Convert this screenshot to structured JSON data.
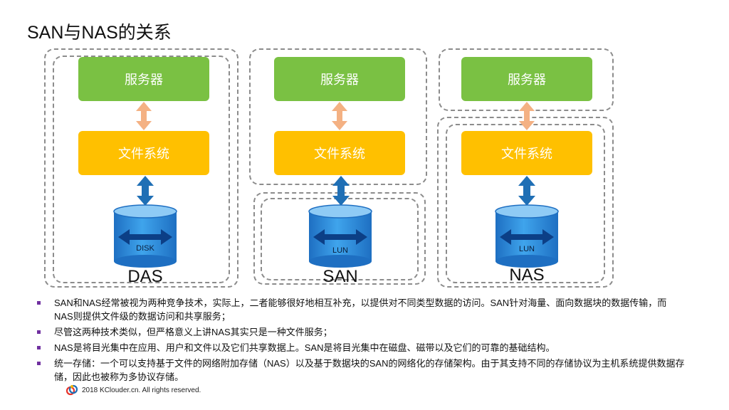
{
  "title": "SAN与NAS的关系",
  "columns": [
    {
      "server": "服务器",
      "fs": "文件系统",
      "storage": "DISK",
      "label": "DAS"
    },
    {
      "server": "服务器",
      "fs": "文件系统",
      "storage": "LUN",
      "label": "SAN"
    },
    {
      "server": "服务器",
      "fs": "文件系统",
      "storage": "LUN",
      "label": "NAS"
    }
  ],
  "colors": {
    "server": "#7ac143",
    "fs": "#ffc000",
    "storage": "#2e8bd8",
    "arrow_blue": "#1f6fb5",
    "arrow_orange": "#f4b183",
    "bullet": "#7030a0"
  },
  "notes": [
    "SAN和NAS经常被视为两种竞争技术，实际上，二者能够很好地相互补充，以提供对不同类型数据的访问。SAN针对海量、面向数据块的数据传输，而NAS则提供文件级的数据访问和共享服务；",
    "尽管这两种技术类似，但严格意义上讲NAS其实只是一种文件服务；",
    "NAS是将目光集中在应用、用户和文件以及它们共享数据上。SAN是将目光集中在磁盘、磁带以及它们的可靠的基础结构。",
    "统一存储：一个可以支持基于文件的网络附加存储（NAS）以及基于数据块的SAN的网络化的存储架构。由于其支持不同的存储协议为主机系统提供数据存储，因此也被称为多协议存储。"
  ],
  "footer": "2018 KClouder.cn. All rights reserved."
}
